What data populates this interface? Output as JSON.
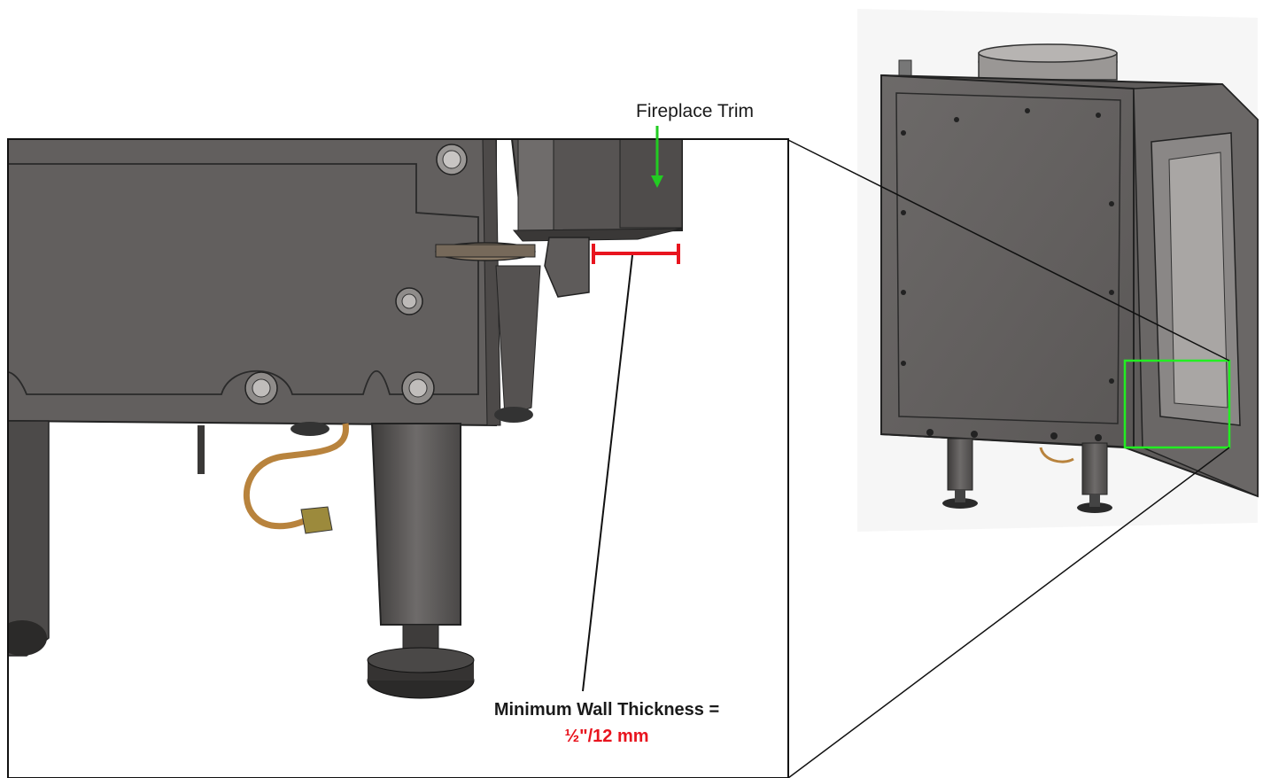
{
  "labels": {
    "fireplace_trim": "Fireplace Trim",
    "min_wall_thickness": "Minimum Wall Thickness =",
    "min_wall_value": "½\"/12 mm"
  },
  "colors": {
    "trim_arrow": "#22cc22",
    "detail_box": "#22ee22",
    "dimension": "#e8141e",
    "metal_dark": "#5a5756",
    "metal_mid": "#6b6867",
    "outline": "#111111",
    "copper": "#b8833d"
  }
}
